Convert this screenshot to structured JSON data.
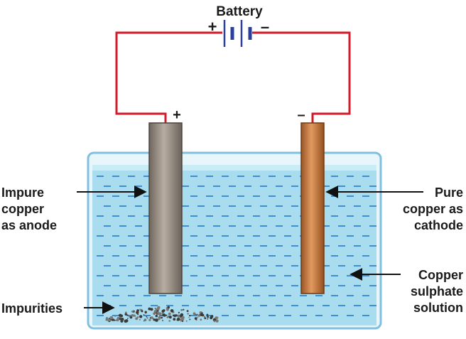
{
  "labels": {
    "battery": "Battery",
    "battery_plus": "+",
    "battery_minus": "–",
    "anode_plus": "+",
    "cathode_minus": "–",
    "anode_lines": [
      "Impure",
      "copper",
      "as anode"
    ],
    "cathode_lines": [
      "Pure",
      "copper as",
      "cathode"
    ],
    "solution_lines": [
      "Copper",
      "sulphate",
      "solution"
    ],
    "impurities": "Impurities"
  },
  "colors": {
    "wire": "#d11a2a",
    "battery_cell": "#2b3f9e",
    "solution": "#a9dcee",
    "solution_dash": "#3f8fd0",
    "tank_edge": "#7fc0e0",
    "anode": "#9b9186",
    "cathode": "#c8793e",
    "arrow": "#111111"
  }
}
